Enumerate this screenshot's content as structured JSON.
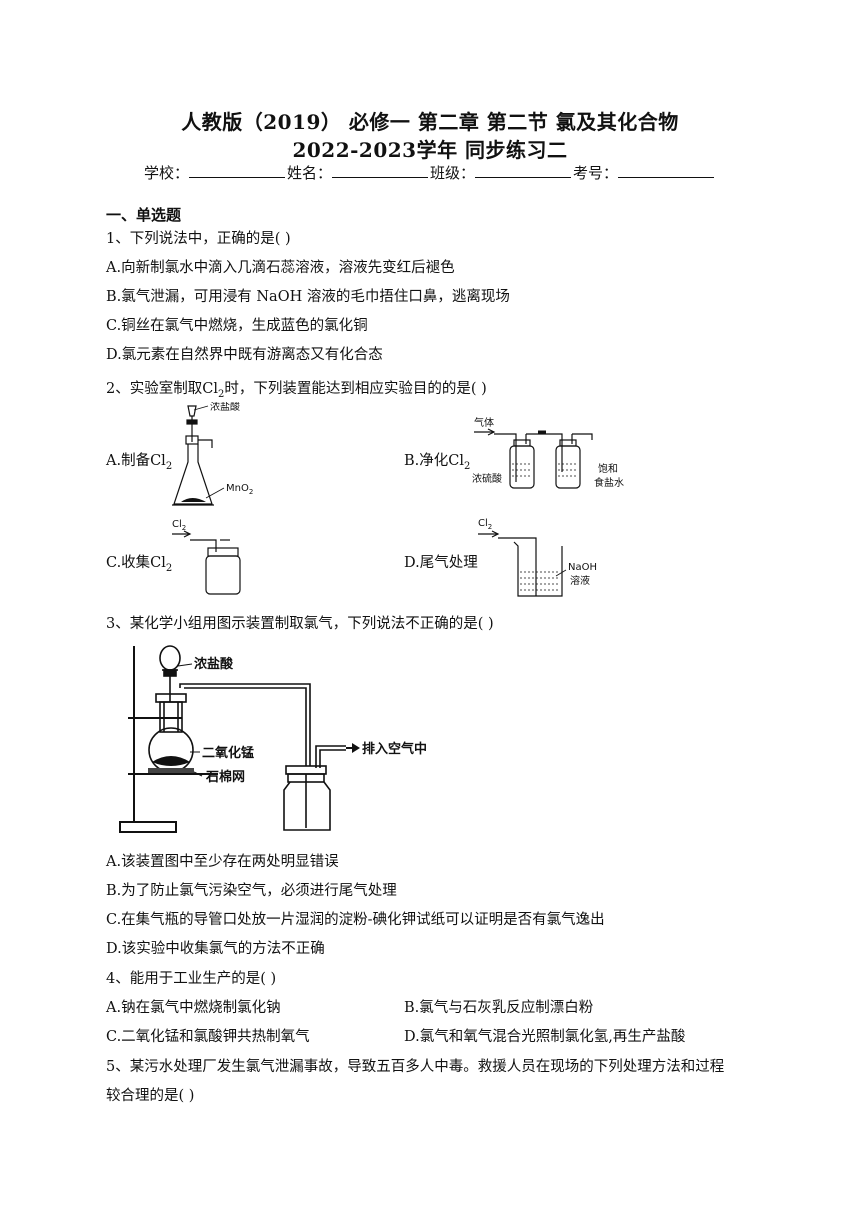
{
  "header": {
    "title_line1": "人教版（2019） 必修一 第二章 第二节 氯及其化合物",
    "title_line2": "2022-2023学年 同步练习二",
    "school_label": "学校：",
    "name_label": "姓名：",
    "class_label": "班级：",
    "exam_no_label": "考号："
  },
  "section": {
    "title": "一、单选题"
  },
  "q1": {
    "stem": "1、下列说法中，正确的是(   )",
    "a": "A.向新制氯水中滴入几滴石蕊溶液，溶液先变红后褪色",
    "b": "B.氯气泄漏，可用浸有 NaOH 溶液的毛巾捂住口鼻，逃离现场",
    "c": "C.铜丝在氯气中燃烧，生成蓝色的氯化铜",
    "d": "D.氯元素在自然界中既有游离态又有化合态"
  },
  "q2": {
    "stem_pre": "2、实验室制取Cl",
    "stem_sub": "2",
    "stem_post": "时，下列装置能达到相应实验目的的是(   )",
    "a_pre": "A.制备Cl",
    "b_pre": "B.净化Cl",
    "c_pre": "C.收集Cl",
    "sub": "2",
    "d": "D.尾气处理",
    "fig_a": {
      "acid": "浓盐酸",
      "mno2": "MnO",
      "mno2_sub": "2"
    },
    "fig_b": {
      "gas": "气体",
      "h2so4": "浓硫酸",
      "brine1": "饱和",
      "brine2": "食盐水"
    },
    "fig_c": {
      "cl": "Cl",
      "cl_sub": "2"
    },
    "fig_d": {
      "cl": "Cl",
      "cl_sub": "2",
      "naoh1": "NaOH",
      "naoh2": "溶液"
    }
  },
  "q3": {
    "stem": "3、某化学小组用图示装置制取氯气，下列说法不正确的是(   )",
    "fig": {
      "acid": "浓盐酸",
      "mno2": "二氧化锰",
      "gauze": "石棉网",
      "vent": "排入空气中"
    },
    "a": "A.该装置图中至少存在两处明显错误",
    "b": "B.为了防止氯气污染空气，必须进行尾气处理",
    "c": "C.在集气瓶的导管口处放一片湿润的淀粉-碘化钾试纸可以证明是否有氯气逸出",
    "d": "D.该实验中收集氯气的方法不正确"
  },
  "q4": {
    "stem": "4、能用于工业生产的是(   )",
    "a": "A.钠在氯气中燃烧制氯化钠",
    "b": "B.氯气与石灰乳反应制漂白粉",
    "c": "C.二氧化锰和氯酸钾共热制氧气",
    "d": "D.氯气和氧气混合光照制氯化氢,再生产盐酸"
  },
  "q5": {
    "stem1": "5、某污水处理厂发生氯气泄漏事故，导致五百多人中毒。救援人员在现场的下列处理方法和过程",
    "stem2": "较合理的是(   )"
  }
}
